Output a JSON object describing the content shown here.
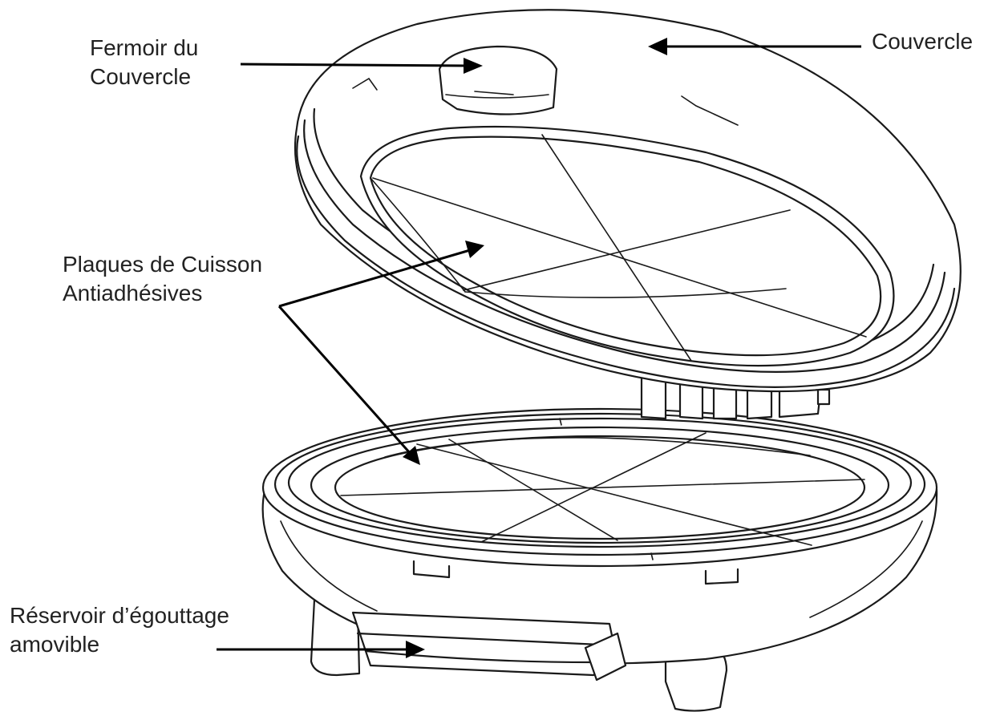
{
  "labels": {
    "latch": [
      "Fermoir du",
      "Couvercle"
    ],
    "lid": [
      "Couvercle"
    ],
    "plates": [
      "Plaques de Cuisson",
      "Antiadhésives"
    ],
    "tray": [
      "Réservoir d’égouttage",
      "amovible"
    ]
  },
  "colors": {
    "ink": "#1a1a1a",
    "text": "#222222",
    "background": "#ffffff"
  }
}
